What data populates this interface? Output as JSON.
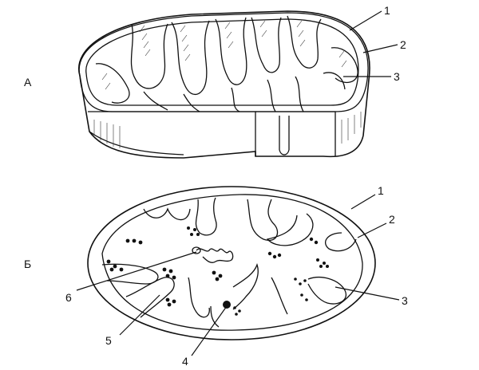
{
  "figure": {
    "section_a": "А",
    "section_b": "Б",
    "labels_a": [
      "1",
      "2",
      "3"
    ],
    "labels_b": [
      "1",
      "2",
      "3",
      "4",
      "5",
      "6"
    ]
  }
}
